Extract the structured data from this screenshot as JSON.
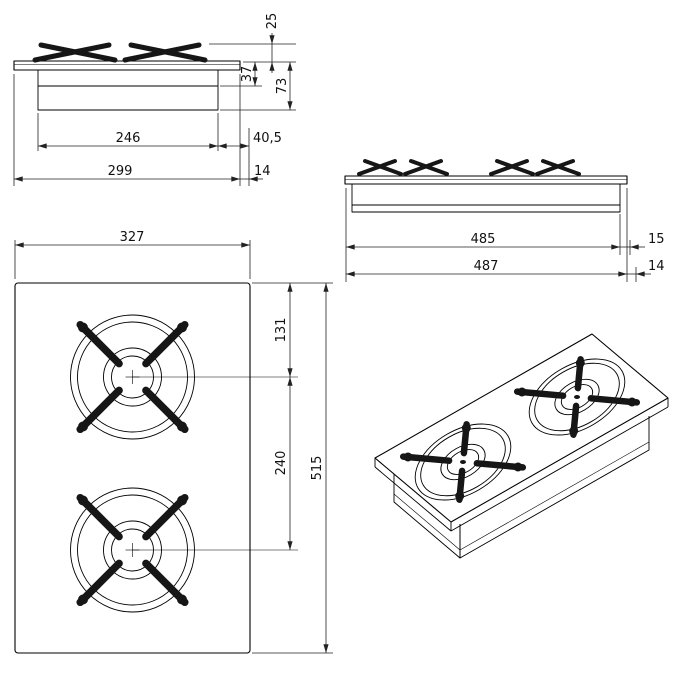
{
  "drawing": {
    "front_view": {
      "grate_height": "25",
      "upper_depth": "37",
      "total_depth": "73",
      "body_width": "246",
      "right_offset": "40,5",
      "overall_width": "299",
      "edge_gap": "14"
    },
    "side_view": {
      "body_length": "485",
      "right_gap": "15",
      "overall_length": "487",
      "edge_gap": "14"
    },
    "plan_view": {
      "overall_width": "327",
      "burner_offset": "131",
      "burner_spacing": "240",
      "overall_depth": "515"
    },
    "colors": {
      "line": "#000000",
      "dimension": "#222222",
      "grate": "#161616",
      "background": "#ffffff"
    }
  }
}
